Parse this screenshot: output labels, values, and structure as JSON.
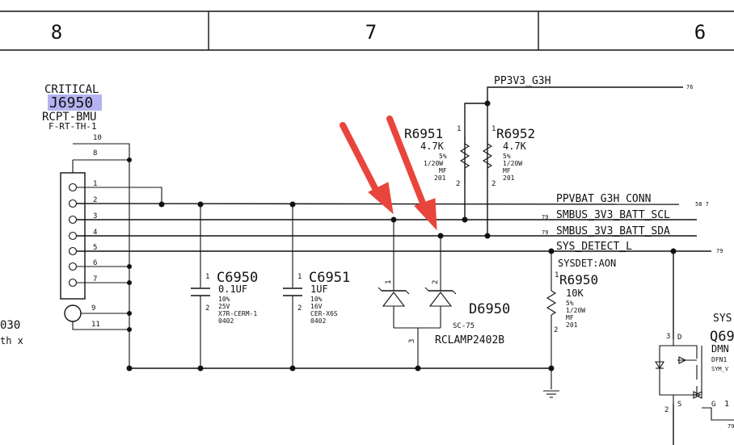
{
  "header": {
    "cells": [
      "8",
      "7",
      "6"
    ]
  },
  "connector": {
    "critical": "CRITICAL",
    "ref": "J6950",
    "part": "RCPT-BMU",
    "footprint": "F-RT-TH-1",
    "pins": [
      "10",
      "8",
      "1",
      "2",
      "3",
      "4",
      "5",
      "6",
      "7",
      "9",
      "11"
    ]
  },
  "left_edge": {
    "line1": "030",
    "line2": "th x"
  },
  "nets": {
    "pp3v3": {
      "name": "PP3V3_G3H",
      "ref": "76"
    },
    "ppvbat": {
      "name": "PPVBAT_G3H_CONN",
      "ref": "58  7"
    },
    "scl": {
      "name": "SMBUS_3V3_BATT_SCL",
      "ref": "79"
    },
    "sda": {
      "name": "SMBUS_3V3_BATT_SDA",
      "ref": "79"
    },
    "sysdet": {
      "name": "SYS_DETECT_L",
      "ref": "79",
      "sub": "SYSDET:AON"
    }
  },
  "components": {
    "r6951": {
      "ref": "R6951",
      "pin1": "1",
      "pin2": "2",
      "value": "4.7K",
      "tol": "5%",
      "power": "1/20W",
      "type": "MF",
      "size": "201"
    },
    "r6952": {
      "ref": "R6952",
      "pin1": "1",
      "pin2": "2",
      "value": "4.7K",
      "tol": "5%",
      "power": "1/20W",
      "type": "MF",
      "size": "201"
    },
    "r6950": {
      "ref": "R6950",
      "pin1": "1",
      "pin2": "2",
      "value": "10K",
      "tol": "5%",
      "power": "1/20W",
      "type": "MF",
      "size": "201"
    },
    "c6950": {
      "ref": "C6950",
      "pin1": "1",
      "pin2": "2",
      "value": "0.1UF",
      "tol": "10%",
      "volt": "25V",
      "diel": "X7R-CERM-1",
      "size": "0402"
    },
    "c6951": {
      "ref": "C6951",
      "pin1": "1",
      "pin2": "2",
      "value": "1UF",
      "tol": "10%",
      "volt": "16V",
      "diel": "CER-X6S",
      "size": "0402"
    },
    "d6950": {
      "ref": "D6950",
      "package": "SC-75",
      "part": "RCLAMP2402B",
      "pin1": "1",
      "pin2": "2",
      "pin3": "3"
    },
    "q69": {
      "sys": "SYS",
      "ref": "Q69",
      "part": "DMN",
      "pkg": "DFN1",
      "sym": "SYM_V",
      "pin_d": "3",
      "d": "D",
      "pin_s": "2",
      "s": "S",
      "g": "G",
      "pin_g": "1",
      "ref_g": "79"
    }
  },
  "colors": {
    "arrow": "#e8453c",
    "highlight": "#b3b3f2",
    "ink": "#111111"
  }
}
